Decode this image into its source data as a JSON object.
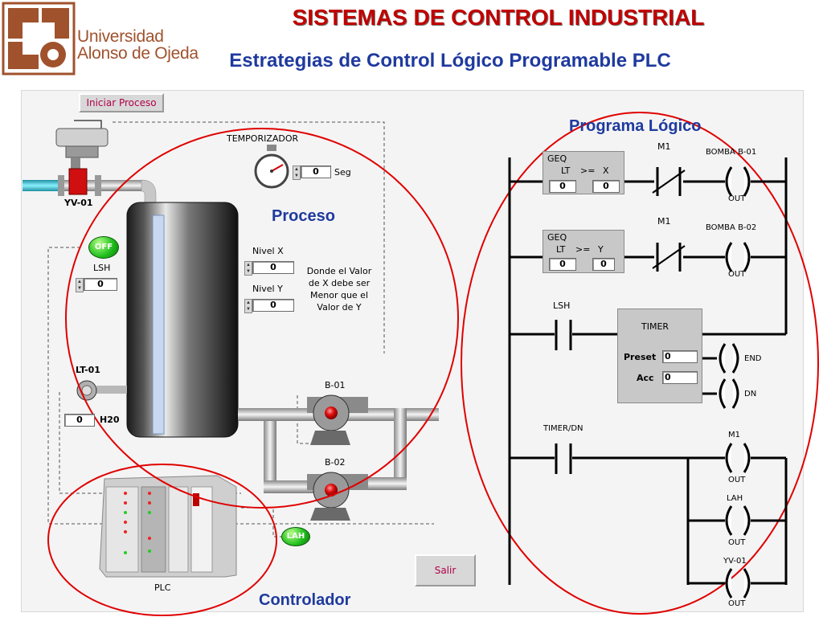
{
  "header": {
    "title": "SISTEMAS DE CONTROL INDUSTRIAL",
    "subtitle": "Estrategias de Control Lógico Programable PLC",
    "logo_line1": "Universidad",
    "logo_line2": "Alonso de Ojeda"
  },
  "process": {
    "start_button": "Iniciar Proceso",
    "exit_button": "Salir",
    "timer_label": "TEMPORIZADOR",
    "timer_value": "0",
    "timer_unit": "Seg",
    "valve_label": "YV-01",
    "lsh_indicator": "OFF",
    "lsh_label": "LSH",
    "lsh_value": "0",
    "nivel_x_label": "Nivel X",
    "nivel_x_value": "0",
    "nivel_y_label": "Nivel Y",
    "nivel_y_value": "0",
    "note_line1": "Donde el Valor",
    "note_line2": "de X debe ser",
    "note_line3": "Menor que el",
    "note_line4": "Valor de Y",
    "lt_label": "LT-01",
    "lt_value": "0",
    "lt_unit": "H20",
    "pump1_label": "B-01",
    "pump2_label": "B-02",
    "plc_label": "PLC",
    "lah_indicator": "LAH",
    "region_proceso": "Proceso",
    "region_controlador": "Controlador",
    "region_programa": "Programa Lógico"
  },
  "ladder": {
    "rung1": {
      "block": "GEQ",
      "lt": "LT",
      "op": ">=",
      "ref": "X",
      "a": "0",
      "b": "0",
      "contact": "M1",
      "coil": "BOMBA B-01",
      "coil_out": "OUT"
    },
    "rung2": {
      "block": "GEQ",
      "lt": "LT",
      "op": ">=",
      "ref": "Y",
      "a": "0",
      "b": "0",
      "contact": "M1",
      "coil": "BOMBA B-02",
      "coil_out": "OUT"
    },
    "rung3": {
      "contact": "LSH",
      "timer_title": "TIMER",
      "preset_label": "Preset",
      "preset_value": "0",
      "acc_label": "Acc",
      "acc_value": "0",
      "end_label": "END",
      "dn_label": "DN"
    },
    "rung4": {
      "contact": "TIMER/DN",
      "coil1": "M1",
      "coil2": "LAH",
      "coil3": "YV-01",
      "out": "OUT"
    }
  }
}
